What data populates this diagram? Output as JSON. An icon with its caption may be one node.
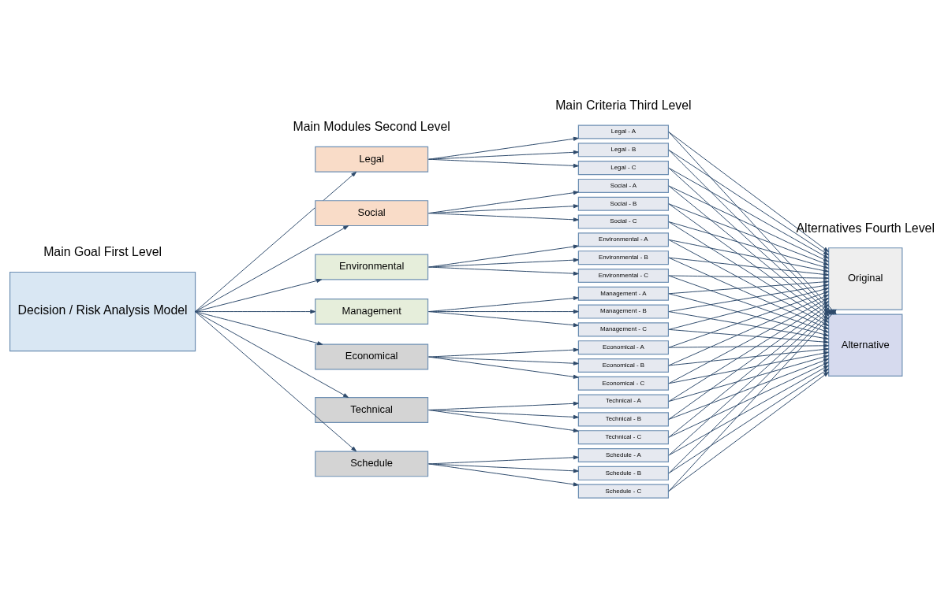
{
  "diagram": {
    "nodes": [
      {
        "text": [
          "Decision / Risk Analysis Model"
        ]
      },
      {
        "text": [
          "Legal"
        ]
      },
      {
        "text": [
          "Social"
        ]
      },
      {
        "text": [
          "Environmental"
        ]
      },
      {
        "text": [
          "Management"
        ]
      },
      {
        "text": [
          "Economical"
        ]
      },
      {
        "text": [
          "Technical"
        ]
      },
      {
        "text": [
          "Schedule"
        ]
      },
      {
        "text": [
          "Legal - A"
        ]
      },
      {
        "text": [
          "Legal - B"
        ]
      },
      {
        "text": [
          "Legal - C"
        ]
      },
      {
        "text": [
          "Social - A"
        ]
      },
      {
        "text": [
          "Social - B"
        ]
      },
      {
        "text": [
          "Social - C"
        ]
      },
      {
        "text": [
          "Environmental - A"
        ]
      },
      {
        "text": [
          "Environmental - B"
        ]
      },
      {
        "text": [
          "Environmental - C"
        ]
      },
      {
        "text": [
          "Management - A"
        ]
      },
      {
        "text": [
          "Management - B"
        ]
      },
      {
        "text": [
          "Management - C"
        ]
      },
      {
        "text": [
          "Economical - A"
        ]
      },
      {
        "text": [
          "Economical - B"
        ]
      },
      {
        "text": [
          "Economical - C"
        ]
      },
      {
        "text": [
          "Technical - A"
        ]
      },
      {
        "text": [
          "Technical - B"
        ]
      },
      {
        "text": [
          "Technical - C"
        ]
      },
      {
        "text": [
          "Schedule - A"
        ]
      },
      {
        "text": [
          "Schedule - B"
        ]
      },
      {
        "text": [
          "Schedule - C"
        ]
      },
      {
        "text": [
          "Original"
        ]
      },
      {
        "text": [
          "Alternative"
        ]
      }
    ],
    "edges": [
      {
        "from": 0,
        "to": 1,
        "arrow": "to"
      },
      {
        "from": 0,
        "to": 2,
        "arrow": "to"
      },
      {
        "from": 0,
        "to": 3,
        "arrow": "to"
      },
      {
        "from": 0,
        "to": 4,
        "arrow": "to"
      },
      {
        "from": 0,
        "to": 5,
        "arrow": "to"
      },
      {
        "from": 0,
        "to": 6,
        "arrow": "to"
      },
      {
        "from": 0,
        "to": 7,
        "arrow": "to"
      },
      {
        "from": 1,
        "to": 8,
        "arrow": "to"
      },
      {
        "from": 1,
        "to": 9,
        "arrow": "to"
      },
      {
        "from": 1,
        "to": 10,
        "arrow": "to"
      },
      {
        "from": 2,
        "to": 11,
        "arrow": "to"
      },
      {
        "from": 2,
        "to": 12,
        "arrow": "to"
      },
      {
        "from": 2,
        "to": 13,
        "arrow": "to"
      },
      {
        "from": 3,
        "to": 14,
        "arrow": "to"
      },
      {
        "from": 3,
        "to": 15,
        "arrow": "to"
      },
      {
        "from": 3,
        "to": 16,
        "arrow": "to"
      },
      {
        "from": 4,
        "to": 17,
        "arrow": "to"
      },
      {
        "from": 4,
        "to": 18,
        "arrow": "to"
      },
      {
        "from": 4,
        "to": 19,
        "arrow": "to"
      },
      {
        "from": 5,
        "to": 20,
        "arrow": "to"
      },
      {
        "from": 5,
        "to": 21,
        "arrow": "to"
      },
      {
        "from": 5,
        "to": 22,
        "arrow": "to"
      },
      {
        "from": 6,
        "to": 23,
        "arrow": "to"
      },
      {
        "from": 6,
        "to": 24,
        "arrow": "to"
      },
      {
        "from": 6,
        "to": 25,
        "arrow": "to"
      },
      {
        "from": 7,
        "to": 26,
        "arrow": "to"
      },
      {
        "from": 7,
        "to": 27,
        "arrow": "to"
      },
      {
        "from": 7,
        "to": 28,
        "arrow": "to"
      },
      {
        "from": 8,
        "to": 29,
        "arrow": "to"
      },
      {
        "from": 8,
        "to": 30,
        "arrow": "to"
      },
      {
        "from": 9,
        "to": 29,
        "arrow": "to"
      },
      {
        "from": 9,
        "to": 30,
        "arrow": "to"
      },
      {
        "from": 10,
        "to": 29,
        "arrow": "to"
      },
      {
        "from": 10,
        "to": 30,
        "arrow": "to"
      },
      {
        "from": 11,
        "to": 29,
        "arrow": "to"
      },
      {
        "from": 11,
        "to": 30,
        "arrow": "to"
      },
      {
        "from": 12,
        "to": 29,
        "arrow": "to"
      },
      {
        "from": 12,
        "to": 30,
        "arrow": "to"
      },
      {
        "from": 13,
        "to": 29,
        "arrow": "to"
      },
      {
        "from": 13,
        "to": 30,
        "arrow": "to"
      },
      {
        "from": 14,
        "to": 29,
        "arrow": "to"
      },
      {
        "from": 14,
        "to": 30,
        "arrow": "to"
      },
      {
        "from": 15,
        "to": 29,
        "arrow": "to"
      },
      {
        "from": 15,
        "to": 30,
        "arrow": "to"
      },
      {
        "from": 16,
        "to": 29,
        "arrow": "to"
      },
      {
        "from": 16,
        "to": 30,
        "arrow": "to"
      },
      {
        "from": 17,
        "to": 29,
        "arrow": "to"
      },
      {
        "from": 17,
        "to": 30,
        "arrow": "to"
      },
      {
        "from": 18,
        "to": 29,
        "arrow": "to"
      },
      {
        "from": 18,
        "to": 30,
        "arrow": "to"
      },
      {
        "from": 19,
        "to": 29,
        "arrow": "to"
      },
      {
        "from": 19,
        "to": 30,
        "arrow": "to"
      },
      {
        "from": 20,
        "to": 29,
        "arrow": "to"
      },
      {
        "from": 20,
        "to": 30,
        "arrow": "to"
      },
      {
        "from": 21,
        "to": 29,
        "arrow": "to"
      },
      {
        "from": 21,
        "to": 30,
        "arrow": "to"
      },
      {
        "from": 22,
        "to": 29,
        "arrow": "to"
      },
      {
        "from": 22,
        "to": 30,
        "arrow": "to"
      },
      {
        "from": 23,
        "to": 29,
        "arrow": "to"
      },
      {
        "from": 23,
        "to": 30,
        "arrow": "to"
      },
      {
        "from": 24,
        "to": 29,
        "arrow": "to"
      },
      {
        "from": 24,
        "to": 30,
        "arrow": "to"
      },
      {
        "from": 25,
        "to": 29,
        "arrow": "to"
      },
      {
        "from": 25,
        "to": 30,
        "arrow": "to"
      },
      {
        "from": 26,
        "to": 29,
        "arrow": "to"
      },
      {
        "from": 26,
        "to": 30,
        "arrow": "to"
      },
      {
        "from": 27,
        "to": 29,
        "arrow": "to"
      },
      {
        "from": 27,
        "to": 30,
        "arrow": "to"
      },
      {
        "from": 28,
        "to": 29,
        "arrow": "to"
      },
      {
        "from": 28,
        "to": 30,
        "arrow": "to"
      }
    ],
    "labels": [
      "Main Goal First Level",
      "Main Modules Second Level",
      "Main Criteria Third Level",
      "Alternatives Fourth Level"
    ]
  }
}
